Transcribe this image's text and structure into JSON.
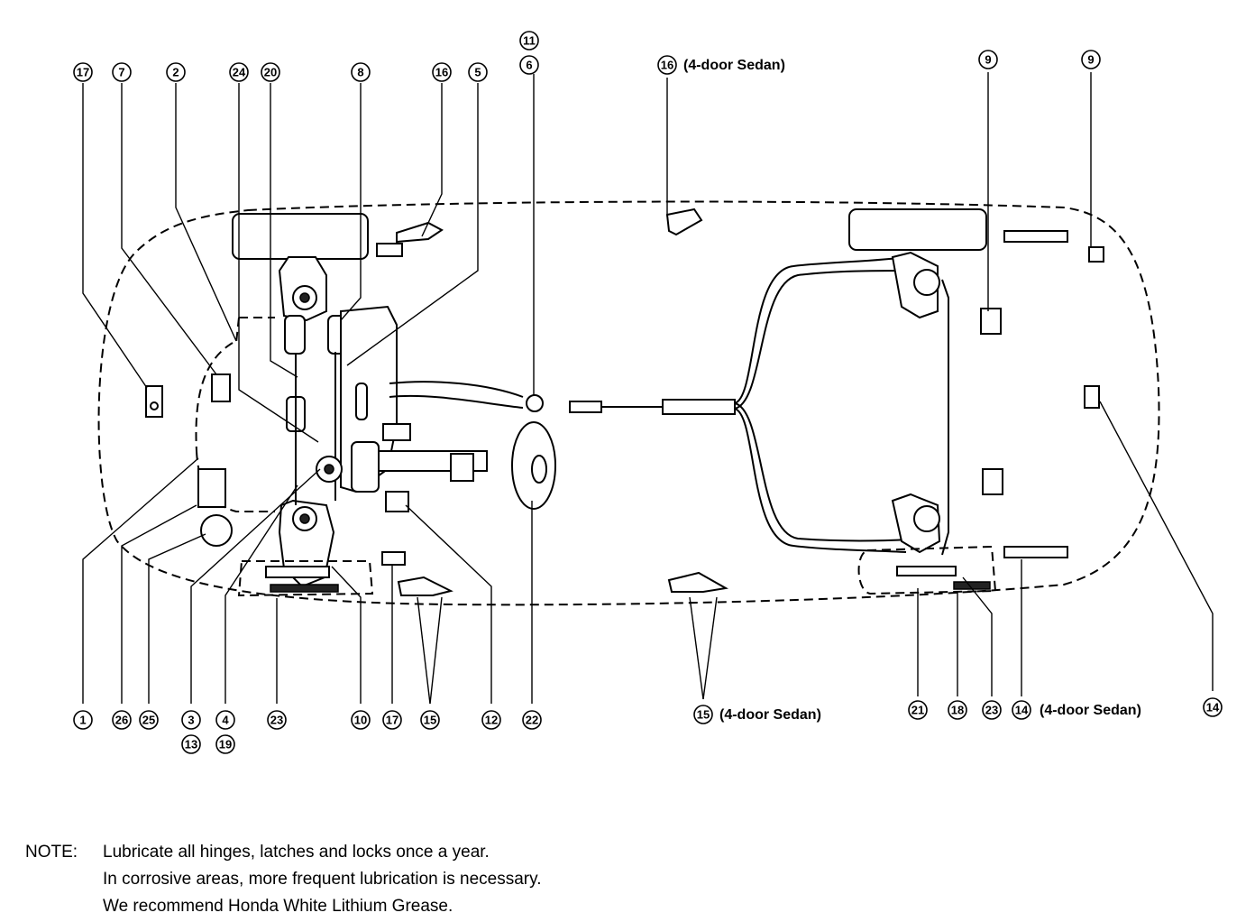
{
  "callouts": {
    "c1": "1",
    "c2": "2",
    "c3": "3",
    "c4": "4",
    "c5": "5",
    "c6": "6",
    "c7": "7",
    "c8": "8",
    "c9": "9",
    "c10": "10",
    "c11": "11",
    "c12": "12",
    "c13": "13",
    "c14": "14",
    "c15": "15",
    "c16": "16",
    "c17": "17",
    "c18": "18",
    "c19": "19",
    "c20": "20",
    "c21": "21",
    "c22": "22",
    "c23": "23",
    "c24": "24",
    "c25": "25",
    "c26": "26"
  },
  "variant_label": "(4-door Sedan)",
  "note": {
    "label": "NOTE:",
    "lines": [
      "Lubricate all hinges, latches and locks once a year.",
      "In corrosive areas, more frequent lubrication is necessary.",
      "We recommend Honda White Lithium Grease."
    ]
  }
}
